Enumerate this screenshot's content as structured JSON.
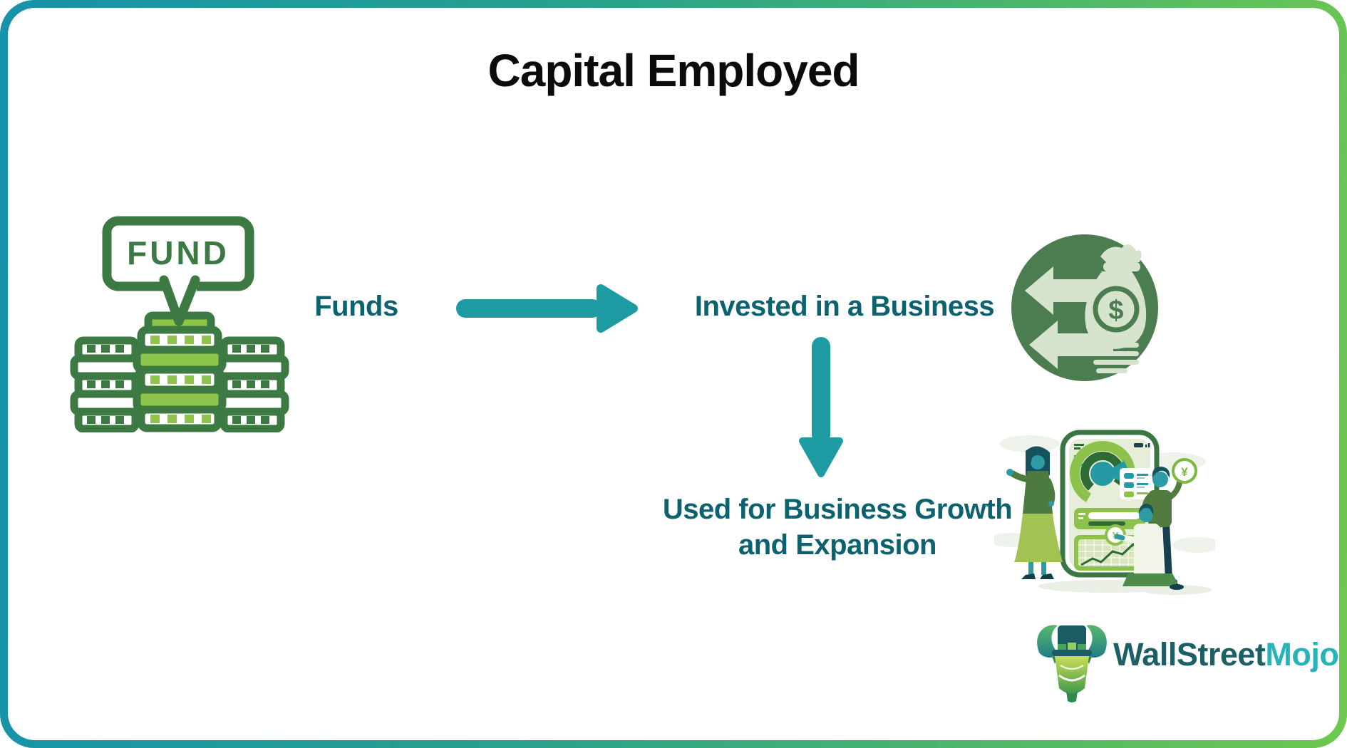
{
  "title": "Capital Employed",
  "flow": {
    "funds_label": "Funds",
    "invested_label": "Invested in a Business",
    "growth_line1": "Used for Business Growth",
    "growth_line2": "and Expansion"
  },
  "fund_icon": {
    "label": "FUND"
  },
  "icons": {
    "dollar_glyph": "$",
    "yen_glyph": "¥",
    "list": [
      "fund-speech-bubble-icon",
      "coin-stacks-icon",
      "right-arrow-icon",
      "down-arrow-icon",
      "money-exchange-circle-icon",
      "finance-app-people-illustration",
      "bull-logo-icon"
    ]
  },
  "logo": {
    "first": "WallStreet",
    "second": "Mojo"
  },
  "colors": {
    "border_teal": "#1692ab",
    "border_green": "#6ec84f",
    "arrow_teal": "#1d9aa2",
    "text_teal": "#0d6270",
    "title_black": "#0b0b0b",
    "fund_dark_green": "#3d7a43",
    "fund_light_green": "#8dc44b",
    "circle_bg_green": "#4c7d51",
    "circle_fg_light": "#d6e4cd",
    "logo_dark_teal": "#1c5f66",
    "logo_teal": "#28b3b8"
  }
}
